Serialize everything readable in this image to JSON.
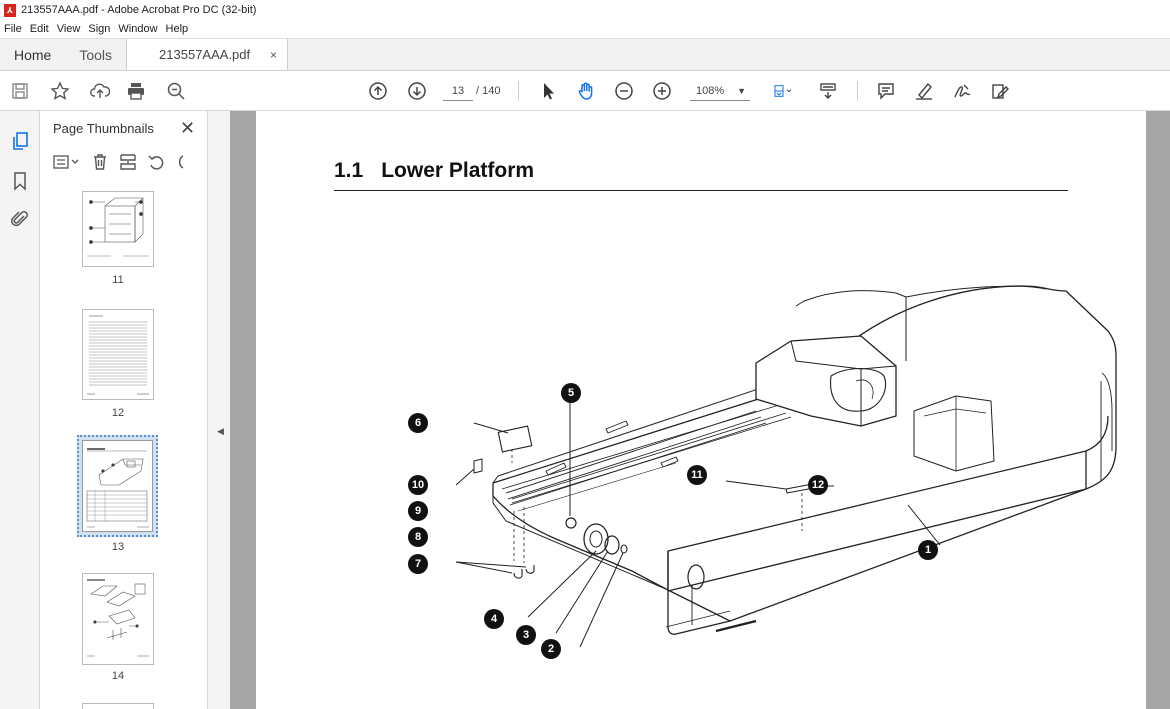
{
  "window": {
    "title": "213557AAA.pdf - Adobe Acrobat Pro DC (32-bit)"
  },
  "menu": [
    "File",
    "Edit",
    "View",
    "Sign",
    "Window",
    "Help"
  ],
  "tabs": {
    "home": "Home",
    "tools": "Tools",
    "document": "213557AAA.pdf",
    "close": "×"
  },
  "toolbar": {
    "current_page": "13",
    "page_total": "/ 140",
    "zoom": "108%"
  },
  "thumbnails_panel": {
    "title": "Page Thumbnails",
    "close": "✕",
    "pages": [
      {
        "label": "11"
      },
      {
        "label": "12"
      },
      {
        "label": "13",
        "selected": true
      },
      {
        "label": "14"
      }
    ]
  },
  "document": {
    "section_number": "1.1",
    "section_title": "Lower Platform",
    "callouts": [
      "1",
      "2",
      "3",
      "4",
      "5",
      "6",
      "7",
      "8",
      "9",
      "10",
      "11",
      "12"
    ]
  },
  "colors": {
    "accent": "#1473e6",
    "pdf_red": "#d7261c",
    "viewer_bg": "#a6a6a6"
  }
}
